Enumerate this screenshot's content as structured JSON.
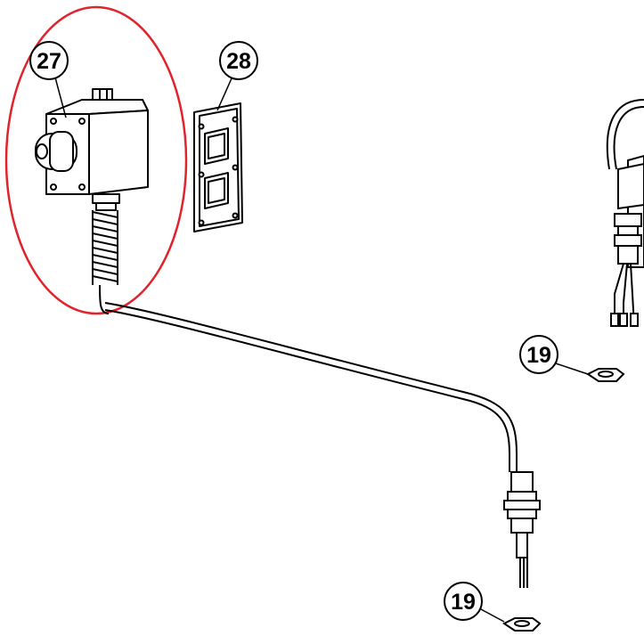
{
  "callouts": [
    {
      "id": "27",
      "label": "27"
    },
    {
      "id": "28",
      "label": "28"
    },
    {
      "id": "19a",
      "label": "19"
    },
    {
      "id": "19b",
      "label": "19"
    }
  ],
  "highlight": {
    "color": "#e0242c"
  },
  "line_color": "#000000"
}
